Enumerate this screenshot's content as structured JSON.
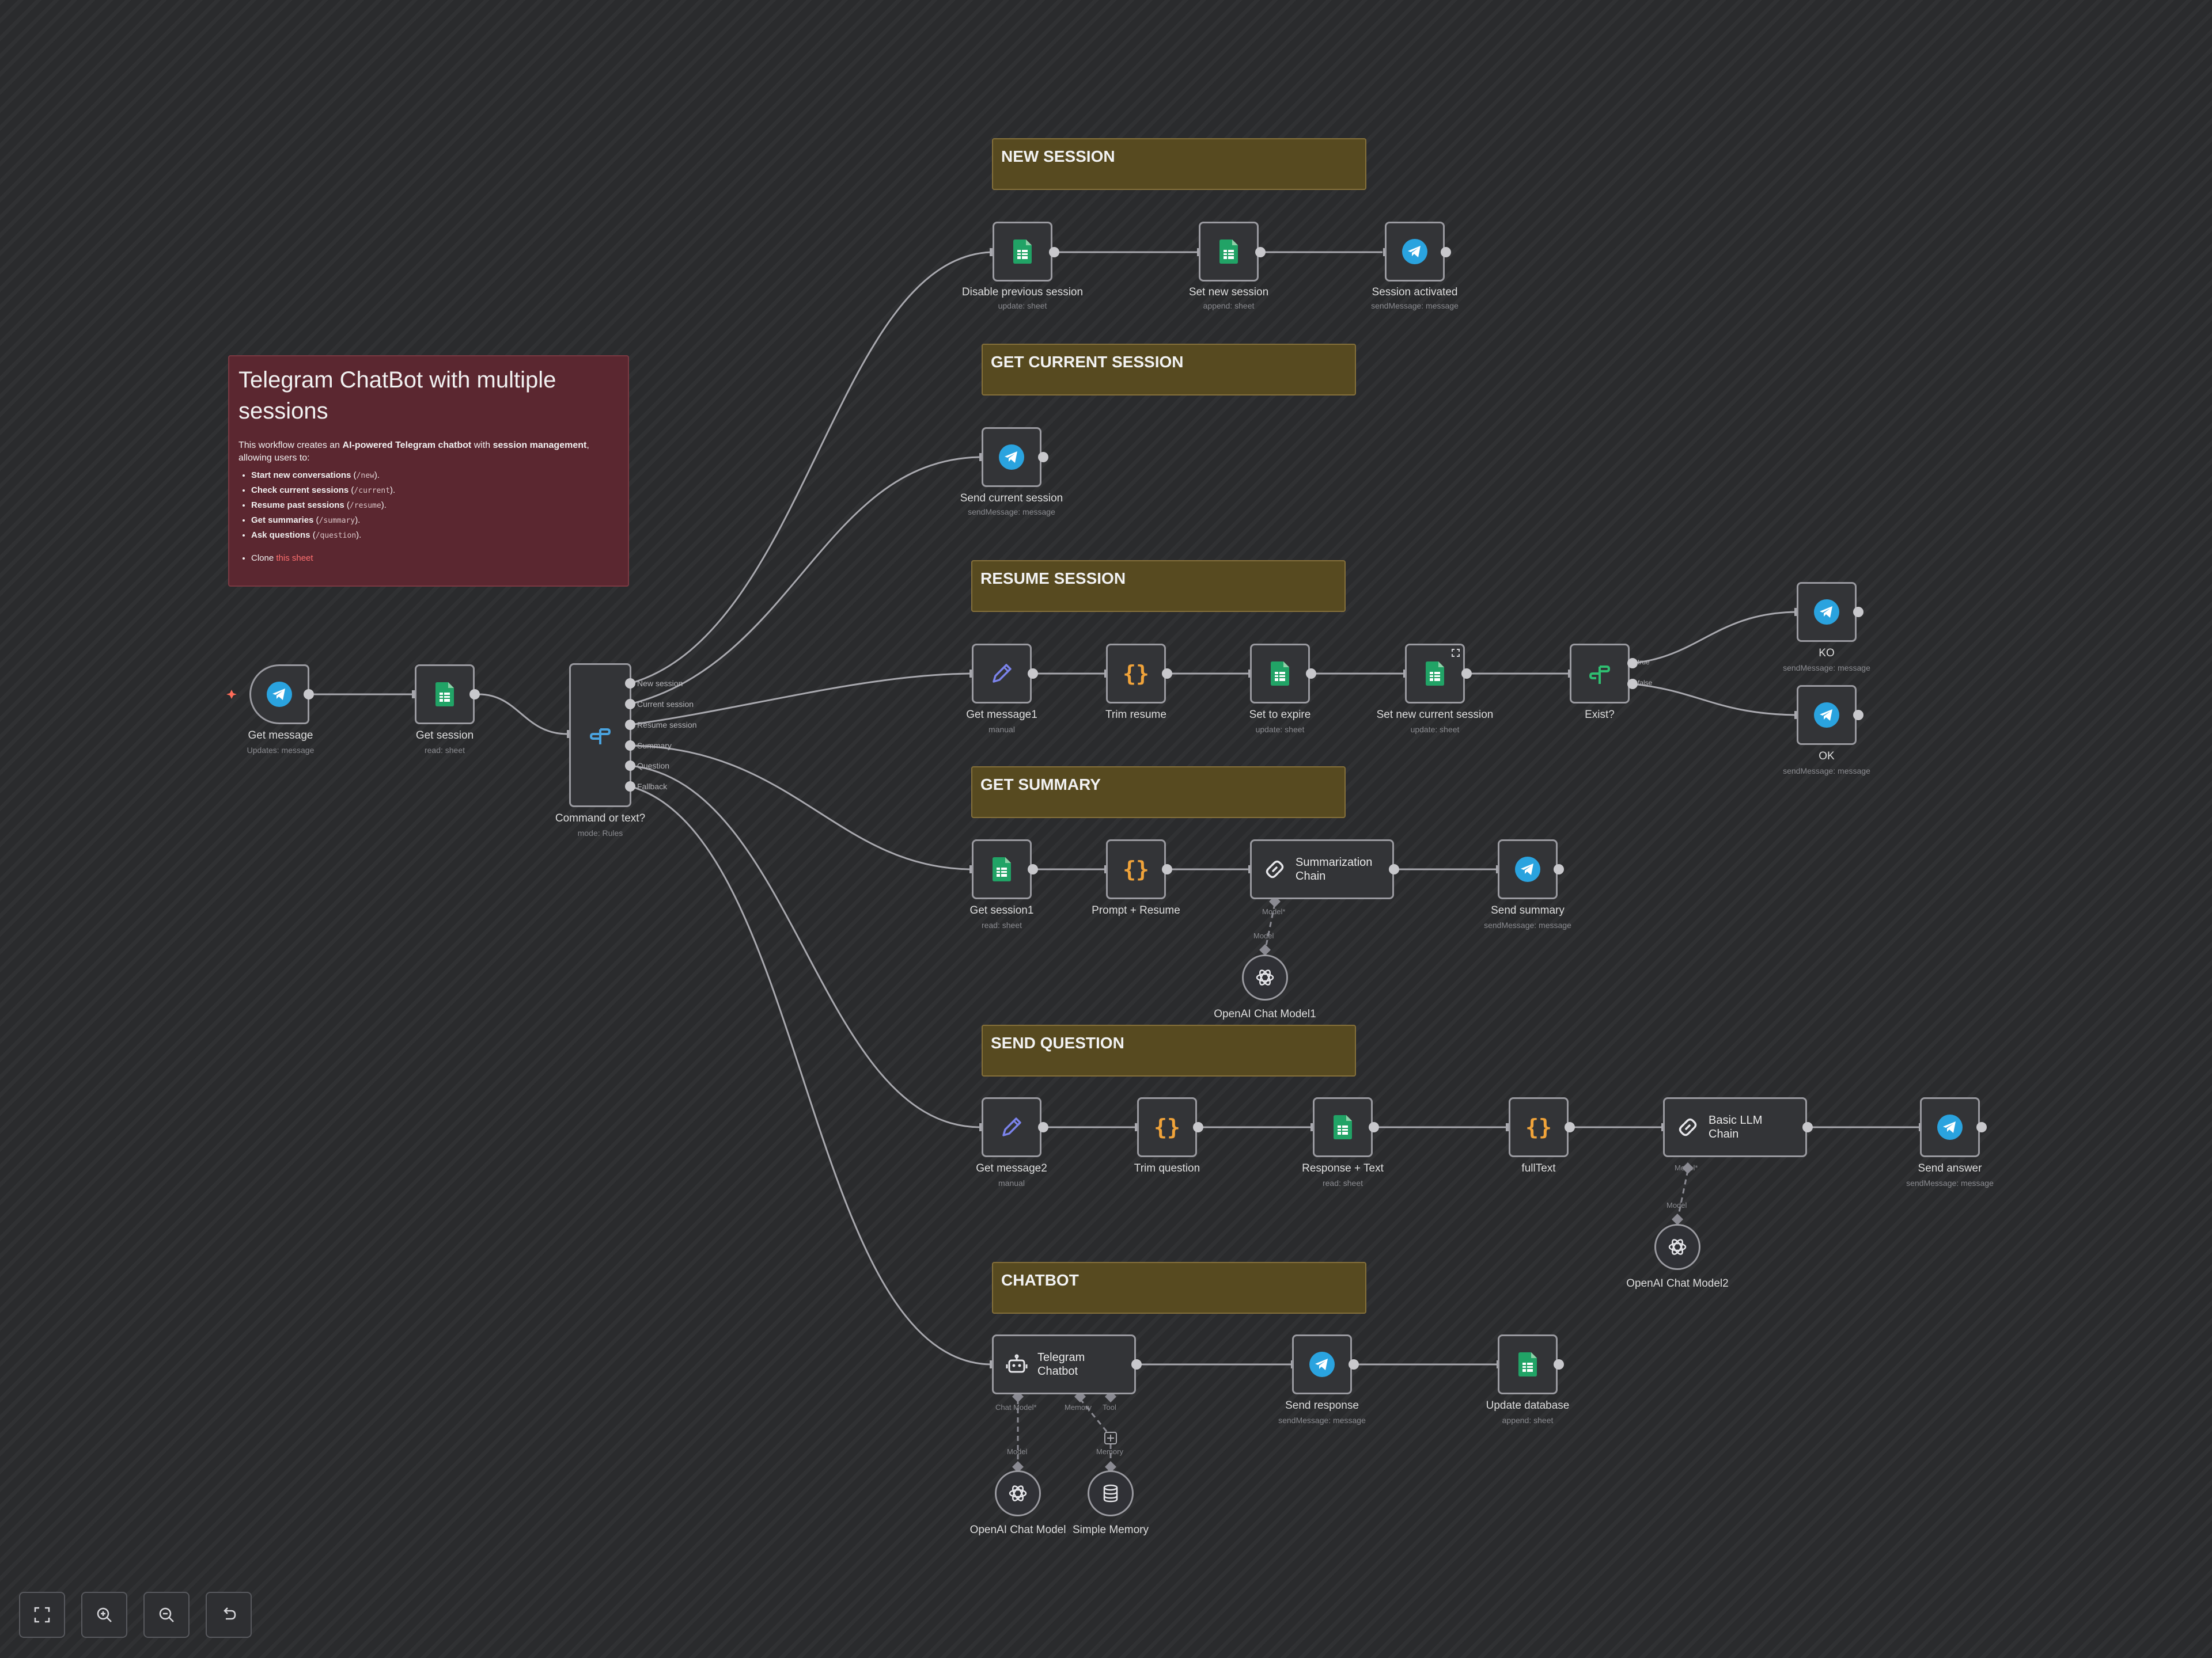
{
  "main_note": {
    "title": "Telegram ChatBot with multiple sessions",
    "intro_1": "This workflow creates an ",
    "intro_bold_1": "AI-powered Telegram chatbot",
    "intro_2": " with ",
    "intro_bold_2": "session management",
    "intro_3": ", allowing users to:",
    "items": [
      {
        "bold": "Start new conversations",
        "code": "/new"
      },
      {
        "bold": "Check current sessions",
        "code": "/current"
      },
      {
        "bold": "Resume past sessions",
        "code": "/resume"
      },
      {
        "bold": "Get summaries",
        "code": "/summary"
      },
      {
        "bold": "Ask questions",
        "code": "/question"
      }
    ],
    "clone_text": "Clone ",
    "clone_link": "this sheet"
  },
  "stickies": {
    "new_session": "NEW SESSION",
    "get_current_session": "GET CURRENT SESSION",
    "resume_session": "RESUME SESSION",
    "get_summary": "GET SUMMARY",
    "send_question": "SEND QUESTION",
    "chatbot": "CHATBOT"
  },
  "nodes": {
    "get_message": {
      "name": "Get message",
      "sub": "Updates: message",
      "icon": "telegram-icon"
    },
    "get_session": {
      "name": "Get session",
      "sub": "read: sheet",
      "icon": "google-sheets-icon"
    },
    "command_or_text": {
      "name": "Command or text?",
      "sub": "mode: Rules",
      "icon": "switch-icon",
      "outputs": [
        "New session",
        "Current session",
        "Resume session",
        "Summary",
        "Question",
        "Fallback"
      ]
    },
    "disable_previous_session": {
      "name": "Disable previous session",
      "sub": "update: sheet"
    },
    "set_new_session": {
      "name": "Set new session",
      "sub": "append: sheet"
    },
    "session_activated": {
      "name": "Session activated",
      "sub": "sendMessage: message"
    },
    "send_current_session": {
      "name": "Send current session",
      "sub": "sendMessage: message"
    },
    "get_message1": {
      "name": "Get message1",
      "sub": "manual"
    },
    "trim_resume": {
      "name": "Trim resume",
      "sub": ""
    },
    "set_to_expire": {
      "name": "Set to expire",
      "sub": "update: sheet"
    },
    "set_new_current_session": {
      "name": "Set new current session",
      "sub": "update: sheet"
    },
    "exist": {
      "name": "Exist?",
      "sub": "",
      "outputs": [
        "true",
        "false"
      ]
    },
    "ko": {
      "name": "KO",
      "sub": "sendMessage: message"
    },
    "ok": {
      "name": "OK",
      "sub": "sendMessage: message"
    },
    "get_session1": {
      "name": "Get session1",
      "sub": "read: sheet"
    },
    "prompt_resume": {
      "name": "Prompt + Resume",
      "sub": ""
    },
    "summarization_chain": {
      "name": "Summarization Chain",
      "port": "Model*"
    },
    "send_summary": {
      "name": "Send summary",
      "sub": "sendMessage: message"
    },
    "openai_chat_model1": {
      "name": "OpenAI Chat Model1",
      "port": "Model"
    },
    "get_message2": {
      "name": "Get message2",
      "sub": "manual"
    },
    "trim_question": {
      "name": "Trim question",
      "sub": ""
    },
    "response_text": {
      "name": "Response + Text",
      "sub": "read: sheet"
    },
    "fulltext": {
      "name": "fullText",
      "sub": ""
    },
    "basic_llm_chain": {
      "name": "Basic LLM Chain",
      "port": "Model*"
    },
    "send_answer": {
      "name": "Send answer",
      "sub": "sendMessage: message"
    },
    "openai_chat_model2": {
      "name": "OpenAI Chat Model2",
      "port": "Model"
    },
    "telegram_chatbot": {
      "name": "Telegram Chatbot",
      "ports": [
        "Chat Model*",
        "Memory",
        "Tool"
      ]
    },
    "send_response": {
      "name": "Send response",
      "sub": "sendMessage: message"
    },
    "update_database": {
      "name": "Update database",
      "sub": "append: sheet"
    },
    "openai_chat_model": {
      "name": "OpenAI Chat Model",
      "port": "Model"
    },
    "simple_memory": {
      "name": "Simple Memory",
      "port": "Memory"
    }
  },
  "controls": [
    "fit-view",
    "zoom-in",
    "zoom-out",
    "reset-zoom"
  ],
  "colors": {
    "telegram": "#2aa3df",
    "sheets": "#21a366",
    "code": "#f0a33a",
    "edit": "#7b83eb",
    "if": "#2fbf71",
    "sticky": "#574a20",
    "note": "#5b2730"
  }
}
